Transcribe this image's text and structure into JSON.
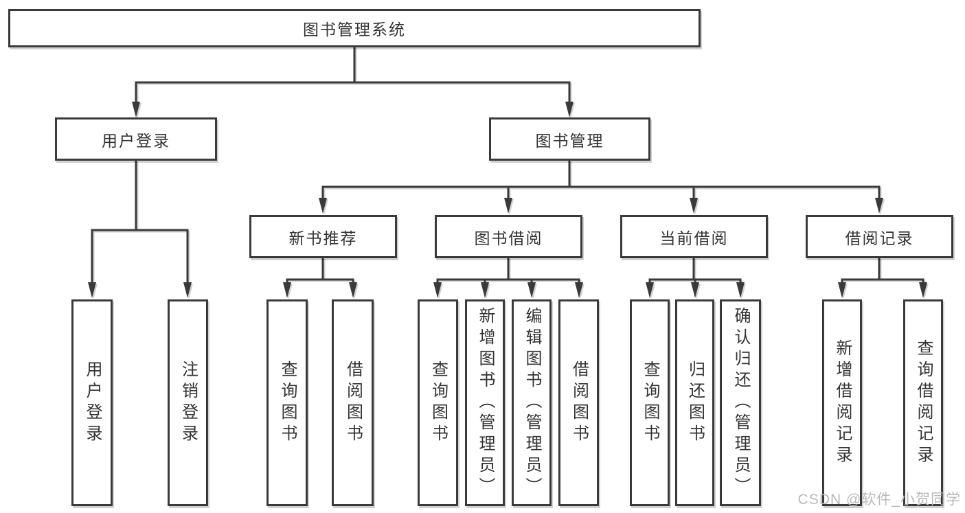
{
  "diagram": {
    "root": {
      "label": "图书管理系统"
    },
    "branches": [
      {
        "label": "用户登录",
        "children": [
          {
            "label": "用户登录"
          },
          {
            "label": "注销登录"
          }
        ]
      },
      {
        "label": "图书管理",
        "children": [
          {
            "label": "新书推荐",
            "children": [
              {
                "label": "查询图书"
              },
              {
                "label": "借阅图书"
              }
            ]
          },
          {
            "label": "图书借阅",
            "children": [
              {
                "label": "查询图书"
              },
              {
                "label": "新增图书（管理员）"
              },
              {
                "label": "编辑图书（管理员）"
              },
              {
                "label": "借阅图书"
              }
            ]
          },
          {
            "label": "当前借阅",
            "children": [
              {
                "label": "查询图书"
              },
              {
                "label": "归还图书"
              },
              {
                "label": "确认归还（管理员）"
              }
            ]
          },
          {
            "label": "借阅记录",
            "children": [
              {
                "label": "新增借阅记录"
              },
              {
                "label": "查询借阅记录"
              }
            ]
          }
        ]
      }
    ],
    "watermark": "CSDN @软件_小贺同学",
    "colors": {
      "line": "#3a3a3a",
      "box_border": "#3a3a3a",
      "text": "#333333",
      "watermark": "#b9b9b9",
      "background": "#ffffff"
    }
  }
}
